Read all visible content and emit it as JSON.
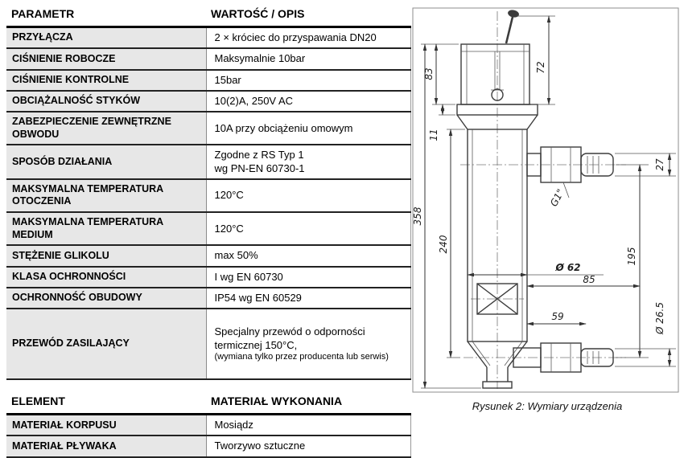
{
  "colors": {
    "row_shade": "#e7e7e7",
    "border_dark": "#222222",
    "line": "#3c3c3c"
  },
  "parameters_table": {
    "headers": {
      "param": "PARAMETR",
      "value": "WARTOŚĆ / OPIS"
    },
    "rows": [
      {
        "param": "PRZYŁĄCZA",
        "value": "2 × króciec do przyspawania DN20"
      },
      {
        "param": "CIŚNIENIE ROBOCZE",
        "value": "Maksymalnie 10bar"
      },
      {
        "param": "CIŚNIENIE KONTROLNE",
        "value": "15bar"
      },
      {
        "param": "OBCIĄŻALNOŚĆ STYKÓW",
        "value": "10(2)A, 250V AC"
      },
      {
        "param": "ZABEZPIECZENIE ZEWNĘTRZNE OBWODU",
        "value": "10A przy obciążeniu omowym"
      },
      {
        "param": "SPOSÓB DZIAŁANIA",
        "value": "Zgodne z RS Typ 1\nwg PN-EN 60730-1"
      },
      {
        "param": "MAKSYMALNA TEMPERATURA OTOCZENIA",
        "value": "120°C"
      },
      {
        "param": "MAKSYMALNA TEMPERATURA MEDIUM",
        "value": "120°C"
      },
      {
        "param": "STĘŻENIE GLIKOLU",
        "value": "max 50%"
      },
      {
        "param": "KLASA OCHRONNOŚCI",
        "value": "I wg EN 60730"
      },
      {
        "param": "OCHRONNOŚĆ OBUDOWY",
        "value": "IP54 wg EN 60529"
      },
      {
        "param": "PRZEWÓD ZASILAJĄCY",
        "value": "Specjalny przewód o odporności termicznej 150°C,",
        "note": "(wymiana tylko przez producenta lub serwis)"
      }
    ]
  },
  "materials_table": {
    "headers": {
      "param": "ELEMENT",
      "value": "MATERIAŁ WYKONANIA"
    },
    "rows": [
      {
        "param": "MATERIAŁ KORPUSU",
        "value": "Mosiądz"
      },
      {
        "param": "MATERIAŁ PŁYWAKA",
        "value": "Tworzywo sztuczne"
      }
    ]
  },
  "figure": {
    "caption": "Rysunek 2: Wymiary urządzenia",
    "dims": {
      "d358": "358",
      "d240": "240",
      "d83": "83",
      "d11": "11",
      "d72": "72",
      "d27": "27",
      "g1": "G1\"",
      "dia62": "Ø 62",
      "d85": "85",
      "d195": "195",
      "d59": "59",
      "dia265": "Ø 26.5"
    }
  }
}
